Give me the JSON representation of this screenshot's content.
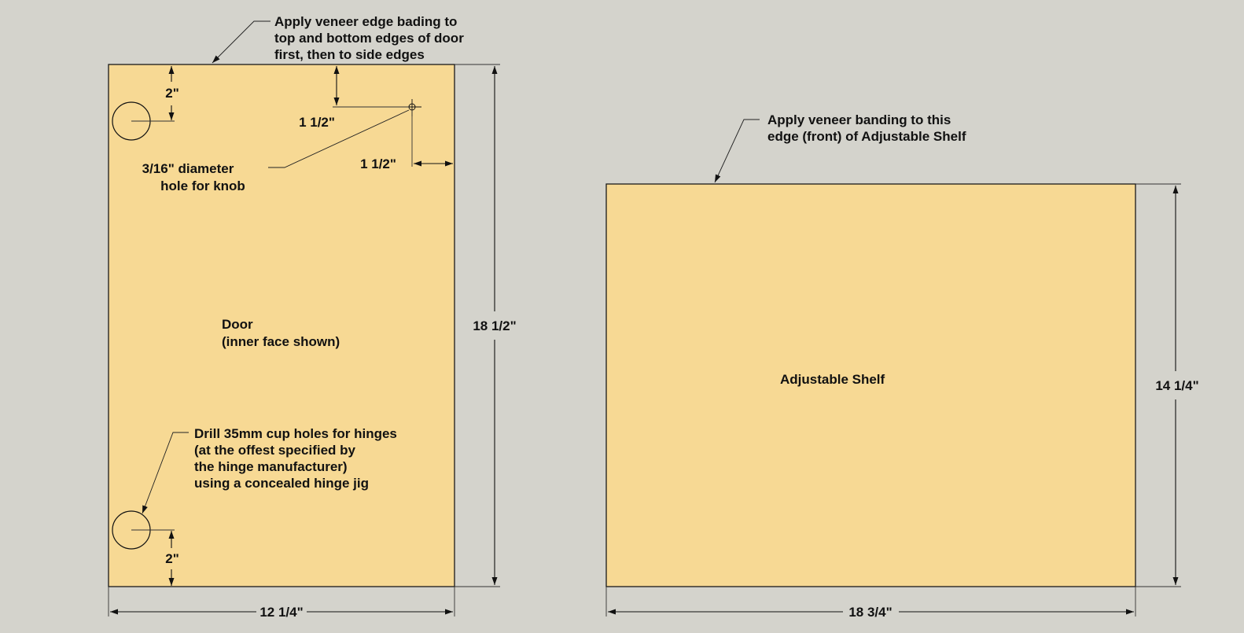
{
  "door": {
    "label_line1": "Door",
    "label_line2": "(inner face shown)",
    "note_banding": [
      "Apply veneer edge bading to",
      "top and bottom edges of door",
      "first, then to side edges"
    ],
    "note_knob": [
      "3/16\" diameter",
      "hole for knob"
    ],
    "note_hinge": [
      "Drill 35mm cup holes for hinges",
      "(at the offest specified by",
      "the hinge manufacturer)",
      "using a concealed hinge jig"
    ],
    "dim_width": "12 1/4\"",
    "dim_height": "18 1/2\"",
    "dim_hinge_top": "2\"",
    "dim_hinge_bottom": "2\"",
    "dim_knob_top": "1 1/2\"",
    "dim_knob_side": "1 1/2\""
  },
  "shelf": {
    "label": "Adjustable Shelf",
    "note_banding": [
      "Apply veneer banding to this",
      "edge (front) of Adjustable Shelf"
    ],
    "dim_width": "18 3/4\"",
    "dim_height": "14 1/4\""
  },
  "colors": {
    "background": "#d4d3cc",
    "panel_fill": "#f7d994",
    "line": "#111111"
  }
}
